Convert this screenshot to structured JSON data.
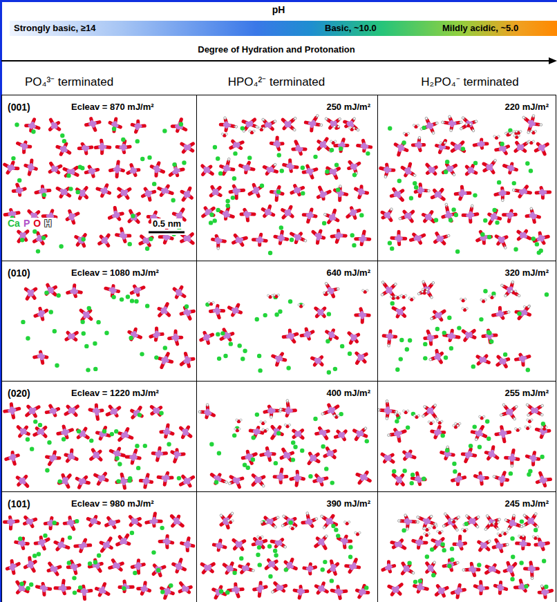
{
  "diagram": {
    "title": "pH",
    "nodes": [
      {
        "text": [
          "Strongly basic, ≥14",
          "Basic, ~10.0",
          "Mildly acidic, ~5.0"
        ]
      },
      {
        "text": [
          "(001)",
          "Ecleav = 870 mJ/m²"
        ]
      },
      {
        "text": [
          "250 mJ/m²"
        ]
      },
      {
        "text": [
          "220 mJ/m²"
        ]
      },
      {
        "text": [
          "(010)",
          "Ecleav = 1080 mJ/m²"
        ]
      },
      {
        "text": [
          "640 mJ/m²"
        ]
      },
      {
        "text": [
          "320 mJ/m²"
        ]
      },
      {
        "text": [
          "(020)",
          "Ecleav = 1220 mJ/m²"
        ]
      },
      {
        "text": [
          "400 mJ/m²"
        ]
      },
      {
        "text": [
          "255 mJ/m²"
        ]
      },
      {
        "text": [
          "(101)",
          "Ecleav = 980 mJ/m²"
        ]
      },
      {
        "text": [
          "390 mJ/m²"
        ]
      },
      {
        "text": [
          "245 mJ/m²"
        ]
      }
    ],
    "labels": [
      "Degree of Hydration and Protonation",
      "PO₄³⁻ terminated",
      "HPO₄²⁻ terminated",
      "H₂PO₄⁻ terminated",
      "0.5 nm"
    ],
    "legend": [
      {
        "text": "Ca",
        "color": "#1fbf3f"
      },
      {
        "text": "P",
        "color": "#b050c8"
      },
      {
        "text": "O",
        "color": "#e0001b"
      },
      {
        "text": "H",
        "color": "#ffffff"
      }
    ]
  }
}
